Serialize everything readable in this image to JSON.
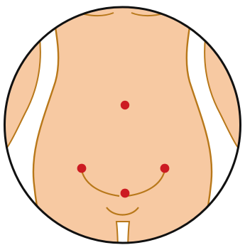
{
  "colors": {
    "background": "#ffffff",
    "skin": "#f7c9a2",
    "outline": "#b8781a",
    "border": "#111111",
    "port_marker": "#cc1b22"
  },
  "illustration": {
    "subject": "abdomen",
    "port_markers": [
      {
        "id": "upper-center"
      },
      {
        "id": "left"
      },
      {
        "id": "right"
      },
      {
        "id": "lower-center"
      }
    ]
  }
}
